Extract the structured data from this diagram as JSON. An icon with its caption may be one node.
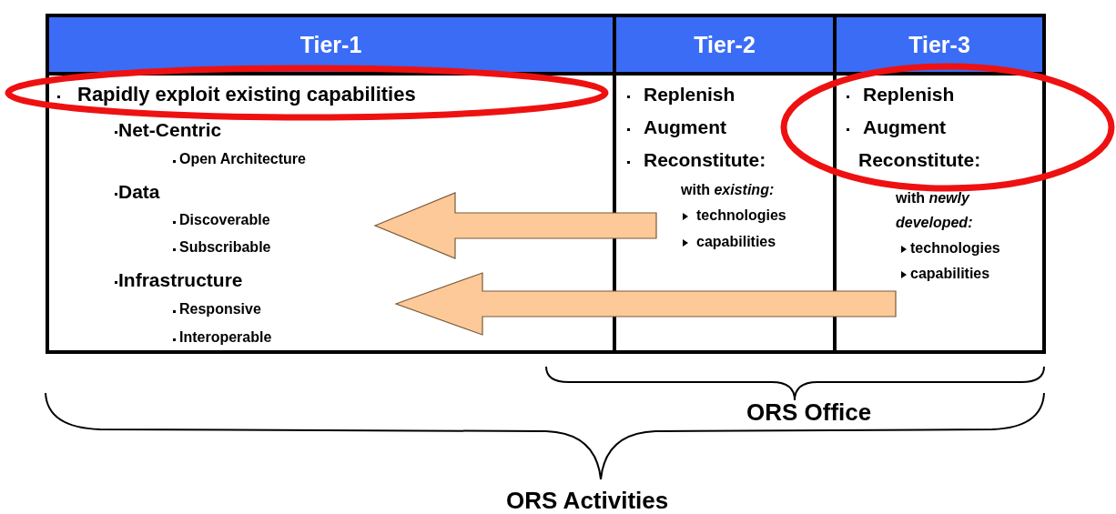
{
  "diagram": {
    "nodes": [
      {
        "text": [
          "Tier-1",
          "Rapidly exploit existing capabilities",
          "Net-Centric",
          "Open Architecture",
          "Data",
          "Discoverable",
          "Subscribable",
          "Infrastructure",
          "Responsive",
          "Interoperable"
        ]
      },
      {
        "text": [
          "Tier-2",
          "Replenish",
          "Augment",
          "Reconstitute:",
          "with *existing:*",
          "technologies",
          "capabilities"
        ]
      },
      {
        "text": [
          "Tier-3",
          "Replenish",
          "Augment",
          "Reconstitute:",
          "with *newly developed:*",
          "technologies",
          "capabilities"
        ]
      }
    ],
    "edges": [
      {
        "from": 1,
        "to": 0,
        "arrow": "to",
        "style": "thick",
        "color": "#fdc998"
      },
      {
        "from": 2,
        "to": 0,
        "arrow": "to",
        "style": "thick",
        "color": "#fdc998"
      }
    ],
    "labels": [
      "ORS Office",
      "ORS Activities"
    ]
  }
}
